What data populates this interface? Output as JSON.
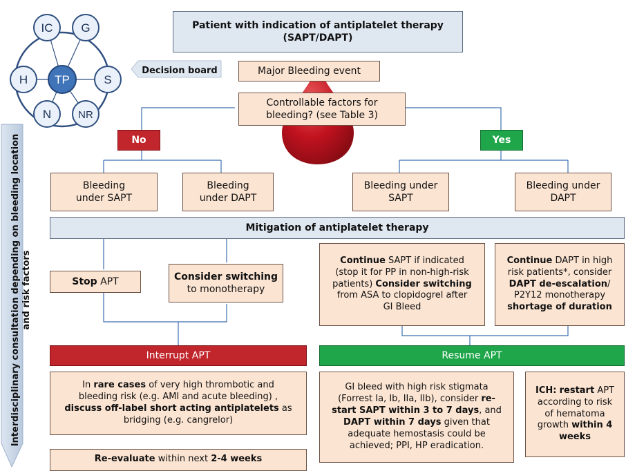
{
  "top": {
    "line1": "Patient with indication of antiplatelet therapy",
    "line2": "(SAPT/DAPT)"
  },
  "decision_board": {
    "label": "Decision board",
    "center": "TP",
    "nodes": [
      "IC",
      "G",
      "S",
      "NR",
      "N",
      "H"
    ]
  },
  "major_bleeding": "Major Bleeding event",
  "controllable": {
    "line1": "Controllable factors for",
    "line2": "bleeding? (see Table 3)"
  },
  "no_label": "No",
  "yes_label": "Yes",
  "side_label": {
    "line1": "Interdisciplinary consultation depending on bleeding location",
    "line2": "and risk factors"
  },
  "bleeding_boxes": {
    "no_sapt": [
      "Bleeding",
      "under SAPT"
    ],
    "no_dapt": [
      "Bleeding",
      "under DAPT"
    ],
    "yes_sapt": [
      "Bleeding under",
      "SAPT"
    ],
    "yes_dapt": [
      "Bleeding under",
      "DAPT"
    ]
  },
  "mitigation": "Mitigation of antiplatelet therapy",
  "stop_apt": {
    "bold": "Stop",
    "rest": " APT"
  },
  "switch_mono": {
    "bold": "Consider switching",
    "rest": "to monotherapy"
  },
  "continue_sapt": {
    "b1": "Continue",
    "t1": " SAPT if indicated",
    "t2": "(stop it for PP in non-high-risk",
    "t3": "patients) ",
    "b2": "Consider switching",
    "t4": "from ASA to clopidogrel after",
    "t5": "GI Bleed"
  },
  "continue_dapt": {
    "b1": "Continue",
    "t1": " DAPT in high",
    "t2": "risk patients*, consider",
    "b2": "DAPT de-escalation",
    "t3": "/",
    "t4": "P2Y12 monotherapy",
    "b3": "shortage of duration"
  },
  "interrupt": "Interrupt APT",
  "resume": "Resume APT",
  "rare_cases": {
    "t1": "In ",
    "b1": "rare cases",
    "t2": " of very high thrombotic and",
    "t3": "bleeding risk (e.g. AMI and acute bleeding) ,",
    "b2": "discuss off-label short acting antiplatelets",
    "t4": " as",
    "t5": "bridging (e.g. cangrelor)"
  },
  "reevaluate": {
    "b1": "Re-evaluate",
    "t1": " within next ",
    "b2": "2-4 weeks"
  },
  "gi_bleed": {
    "t1": "GI bleed with high risk stigmata",
    "t2": "(Forrest Ia, Ib, IIa, IIb), consider ",
    "b1": "re-",
    "b2": "start SAPT within 3 to 7 days",
    "t3": ", and",
    "b3": "DAPT within 7 days",
    "t4": " given that",
    "t5": "adequate hemostasis could be",
    "t6": "achieved; PPI, HP eradication."
  },
  "ich": {
    "b1": "ICH:",
    "t1": " ",
    "b2": "restart",
    "t2": " APT",
    "t3": "according to risk",
    "t4": "of hematoma",
    "t5": "growth ",
    "b3": "within 4",
    "b4": "weeks"
  },
  "colors": {
    "red": "#c0262c",
    "green": "#1fa64a",
    "peach": "#fbe4d2",
    "blue_box": "#dfe7f1",
    "blood": "#c1121f",
    "node_blue": "#3f74b8"
  }
}
